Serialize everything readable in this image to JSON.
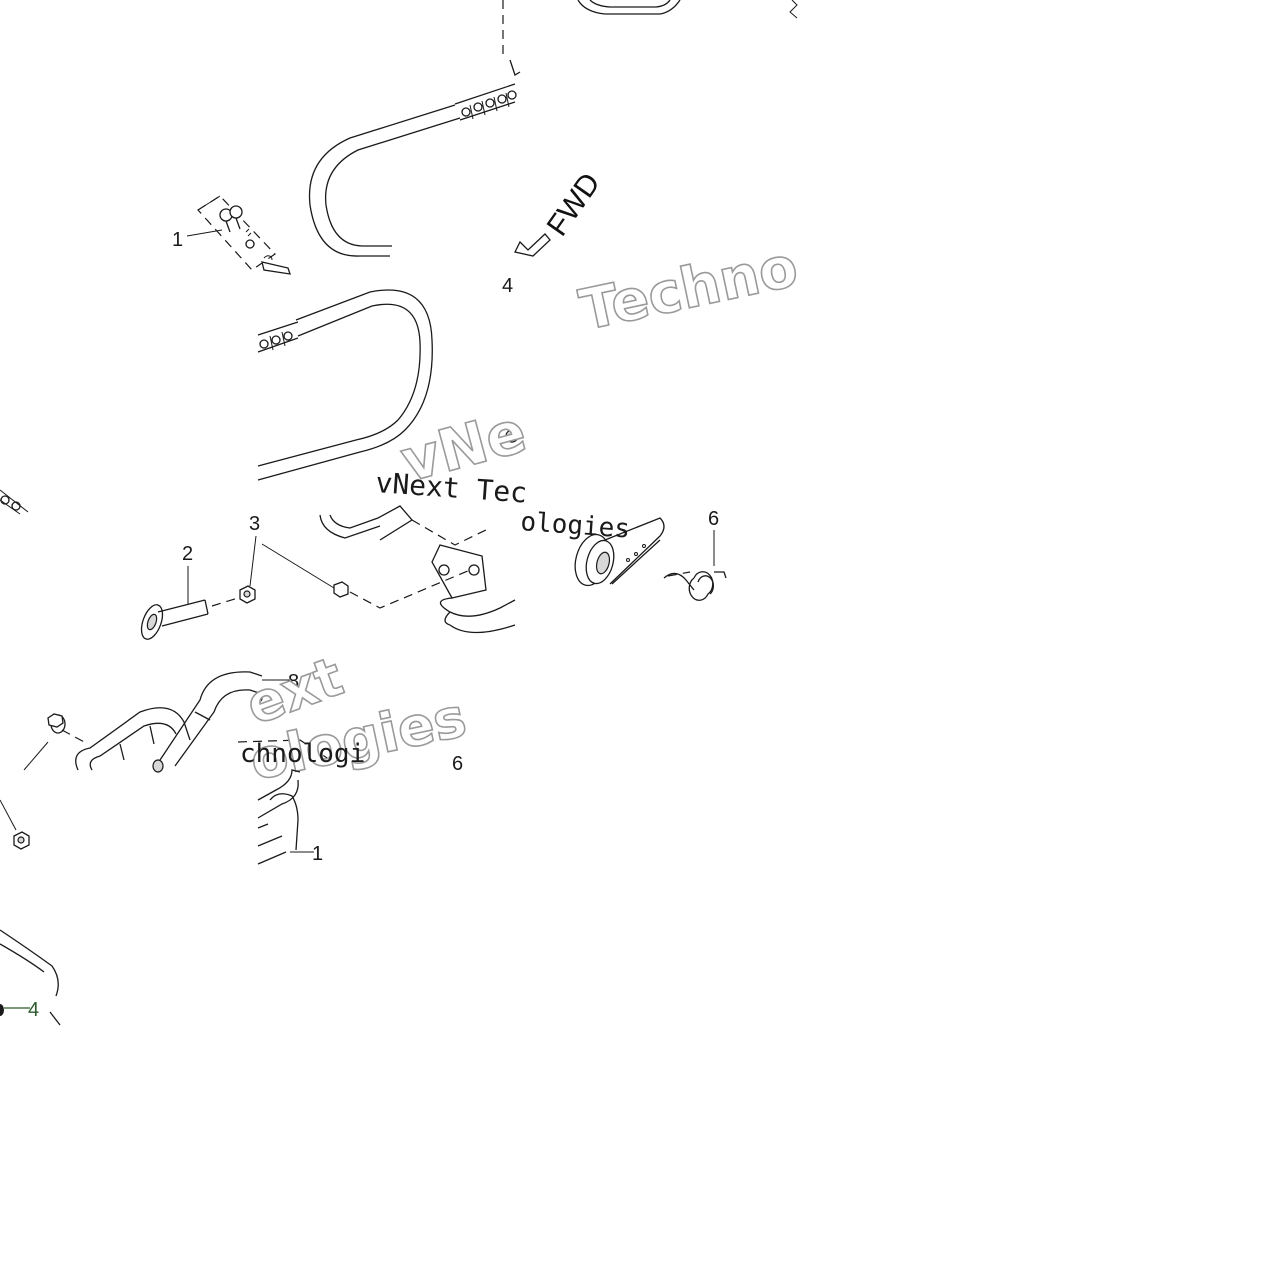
{
  "callouts": {
    "c1": "1",
    "c2": "2",
    "c3": "3",
    "c4_top": "4",
    "c4_bottom": "4",
    "c6_right": "6",
    "c6_mid": "6",
    "c8": "8",
    "c1_bottom": "1"
  },
  "direction_label": "FWD",
  "watermarks": {
    "w1": "Techno",
    "w2": "vNe",
    "w3": "vNext Tec",
    "w4": "ologies",
    "w5": "ext",
    "w6": "ologies",
    "w7": "chnologi"
  },
  "colors": {
    "line": "#1a1a1a",
    "watermark_outline": "#9a9a9a",
    "callout_green": "#2c5a2c"
  }
}
